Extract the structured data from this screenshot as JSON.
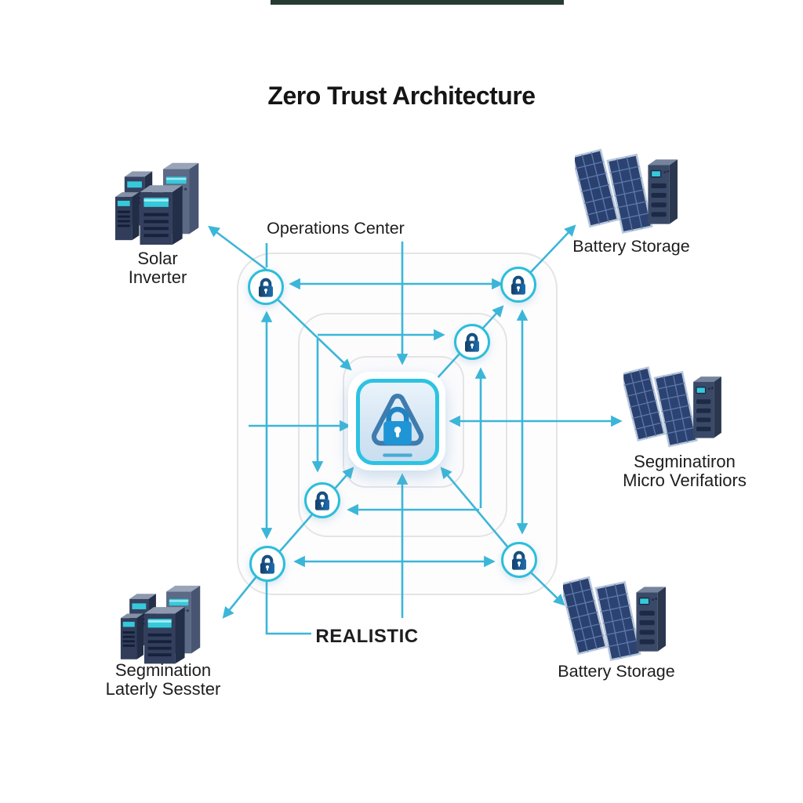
{
  "title": "Zero Trust Architecture",
  "labels": {
    "operations_center": "Operations Center",
    "realistic": "REALISTIC",
    "solar_inverter_line1": "Solar",
    "solar_inverter_line2": "Inverter",
    "battery_storage_top": "Battery Storage",
    "micro_segmentation_line1": "Segminatiron",
    "micro_segmentation_line2": "Micro Verifatiors",
    "segmentation_servers_line1": "Segmination",
    "segmentation_servers_line2": "Laterly Sesster",
    "battery_storage_bottom": "Battery Storage"
  },
  "icons": {
    "center_hub": "shield-warning-lock-icon",
    "perimeter_checkpoints": "padlock-icon",
    "top_left_device": "server-cluster-icon",
    "bottom_left_device": "server-cluster-icon",
    "top_right_device": "solar-panels-battery-icon",
    "middle_right_device": "solar-panels-battery-icon",
    "bottom_right_device": "solar-panels-battery-icon"
  },
  "colors": {
    "accent_cyan": "#3cb6d8",
    "ring_cyan": "#2cbeda",
    "hub_border_cyan": "#2cc3e2",
    "lock_navy": "#15436f",
    "lock_blue": "#1d6fb0",
    "center_lock_blue": "#2095d5",
    "panel_navy": "#2a4170",
    "server_slate": "#36425f",
    "screen_teal": "#35cadb",
    "zone_border_gray": "#e4e4e7",
    "top_bar_dark": "#263b31",
    "text_dark": "#1d1d1f"
  }
}
